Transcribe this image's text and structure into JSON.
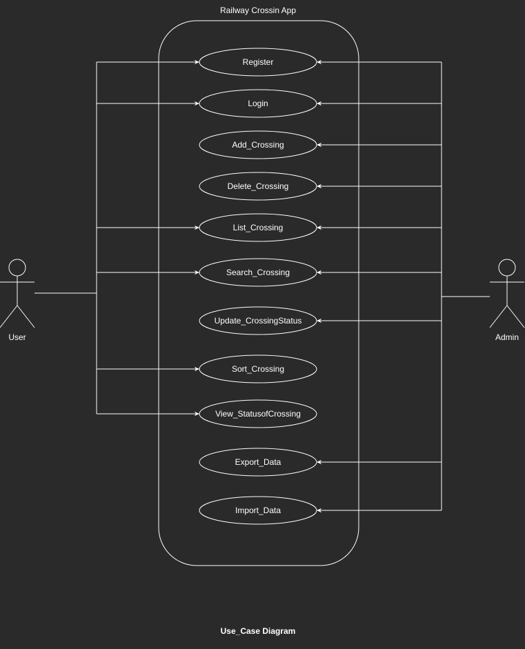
{
  "diagram": {
    "system_title": "Railway Crossin App",
    "caption": "Use_Case Diagram",
    "colors": {
      "background": "#2a2a2a",
      "stroke": "#ffffff",
      "text": "#ffffff"
    }
  },
  "actors": {
    "user": {
      "label": "User"
    },
    "admin": {
      "label": "Admin"
    }
  },
  "use_cases": [
    {
      "label": "Register",
      "user": true,
      "admin": true
    },
    {
      "label": "Login",
      "user": true,
      "admin": true
    },
    {
      "label": "Add_Crossing",
      "user": false,
      "admin": true
    },
    {
      "label": "Delete_Crossing",
      "user": false,
      "admin": true
    },
    {
      "label": "List_Crossing",
      "user": true,
      "admin": true
    },
    {
      "label": "Search_Crossing",
      "user": true,
      "admin": true
    },
    {
      "label": "Update_CrossingStatus",
      "user": false,
      "admin": true
    },
    {
      "label": "Sort_Crossing",
      "user": true,
      "admin": false
    },
    {
      "label": "View_StatusofCrossing",
      "user": true,
      "admin": false
    },
    {
      "label": "Export_Data",
      "user": false,
      "admin": true
    },
    {
      "label": "Import_Data",
      "user": false,
      "admin": true
    }
  ]
}
